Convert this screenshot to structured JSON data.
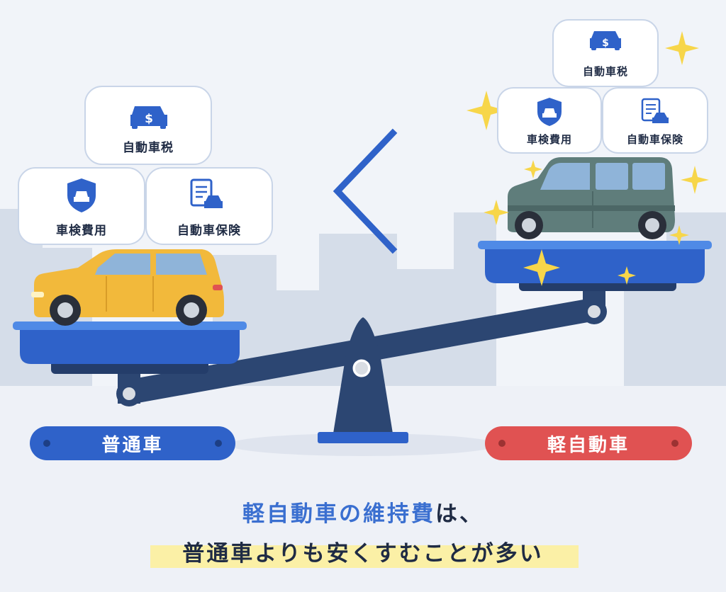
{
  "left_side": {
    "label": "普通車",
    "costs": {
      "tax": "自動車税",
      "inspection": "車検費用",
      "insurance": "自動車保険"
    }
  },
  "right_side": {
    "label": "軽自動車",
    "costs": {
      "tax": "自動車税",
      "inspection": "車検費用",
      "insurance": "自動車保険"
    }
  },
  "comparison_symbol": "<",
  "headline": {
    "line1_highlight": "軽自動車の維持費",
    "line1_rest": "は、",
    "line2": "普通車よりも安くすむことが多い"
  },
  "colors": {
    "primary_blue": "#2f62c9",
    "dark_navy": "#2c4672",
    "red_pill": "#e05252",
    "yellow_car": "#f2b93b",
    "teal_car": "#5f7d7b",
    "highlight": "#fbf0a6",
    "sparkle": "#f7d64a"
  }
}
